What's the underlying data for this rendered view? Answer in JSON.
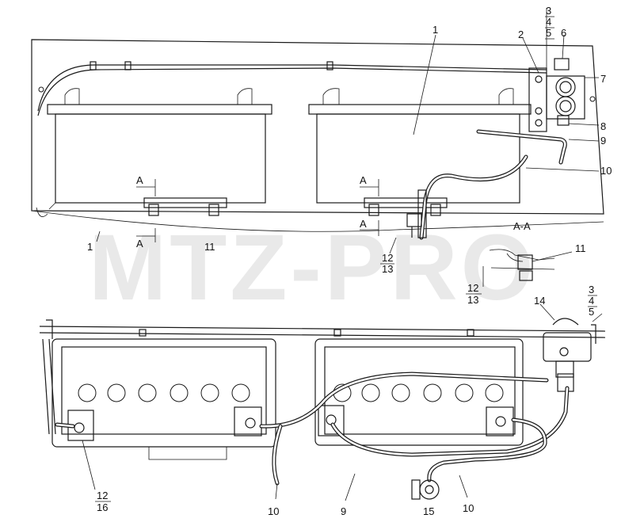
{
  "watermark": "MTZ-PRO",
  "labels": {
    "l1_top": "1",
    "l1_left": "1",
    "l2": "2",
    "l345_top": [
      "3",
      "4",
      "5"
    ],
    "l6": "6",
    "l7": "7",
    "l8": "8",
    "l9_top": "9",
    "l10_top": "10",
    "secA1": "A",
    "secA2": "A",
    "secA3": "A",
    "secA4": "A",
    "l11": "11",
    "l12_13": [
      "12",
      "13"
    ],
    "aa_title": "A-A",
    "aa_11": "11",
    "aa_12_13": [
      "12",
      "13"
    ],
    "l14": "14",
    "l345_bot": [
      "3",
      "4",
      "5"
    ],
    "l12_16": [
      "12",
      "16"
    ],
    "l10_bl": "10",
    "l9_bot": "9",
    "l15": "15",
    "l10_br": "10"
  }
}
